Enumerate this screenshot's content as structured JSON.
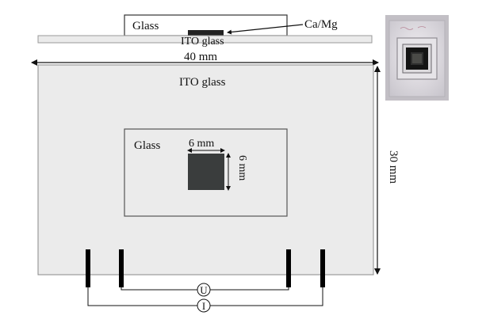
{
  "labels": {
    "side_glass": "Glass",
    "side_cap_material": "Ca/Mg",
    "side_ito": "ITO glass",
    "width_dim": "40 mm",
    "top_ito": "ITO glass",
    "inner_glass": "Glass",
    "square_width": "6 mm",
    "square_height": "6 mm",
    "height_dim": "30 mm",
    "voltage_symbol": "U",
    "current_symbol": "I"
  },
  "colors": {
    "ito": "#ebebeb",
    "outline": "#555555",
    "sample": "#3a3d3d",
    "electrode": "#000000"
  },
  "photo": {
    "icon": "sample-photo",
    "description_shown": false
  }
}
